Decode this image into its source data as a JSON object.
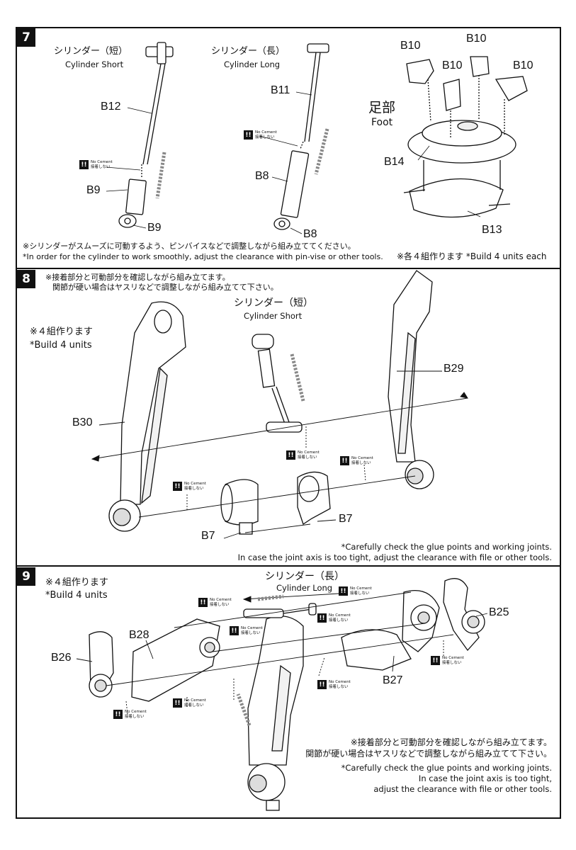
{
  "steps": {
    "s7": {
      "number": "7",
      "short_cyl_jp": "シリンダー（短）",
      "short_cyl_en": "Cylinder Short",
      "long_cyl_jp": "シリンダー（長）",
      "long_cyl_en": "Cylinder Long",
      "foot_jp": "足部",
      "foot_en": "Foot",
      "parts": {
        "b12": "B12",
        "b9a": "B9",
        "b9b": "B9",
        "b11": "B11",
        "b8a": "B8",
        "b8b": "B8",
        "b10a": "B10",
        "b10b": "B10",
        "b10c": "B10",
        "b10d": "B10",
        "b14": "B14",
        "b13": "B13"
      },
      "note_jp": "※シリンダーがスムーズに可動するよう、ピンバイスなどで調整しながら組み立ててください。",
      "note_en": "*In order for the cylinder to work smoothly, adjust the clearance with pin-vise or other tools.",
      "units_note": "※各４組作ります *Build 4 units each"
    },
    "s8": {
      "number": "8",
      "top_note_1": "※接着部分と可動部分を確認しながら組み立てます。",
      "top_note_2": "関節が硬い場合はヤスリなどで調整しながら組み立てて下さい。",
      "build_jp": "※４組作ります",
      "build_en": "*Build 4 units",
      "cyl_jp": "シリンダー（短）",
      "cyl_en": "Cylinder Short",
      "parts": {
        "b30": "B30",
        "b29": "B29",
        "b7a": "B7",
        "b7b": "B7"
      },
      "bottom_note_1": "*Carefully check the glue points and working joints.",
      "bottom_note_2": "In case the joint axis is too tight, adjust the clearance with file or other tools."
    },
    "s9": {
      "number": "9",
      "build_jp": "※４組作ります",
      "build_en": "*Build 4 units",
      "cyl_jp": "シリンダー（長）",
      "cyl_en": "Cylinder Long",
      "parts": {
        "b28": "B28",
        "b26": "B26",
        "b25": "B25",
        "b27": "B27"
      },
      "jp_note_1": "※接着部分と可動部分を確認しながら組み立てます。",
      "jp_note_2": "関節が硬い場合はヤスリなどで調整しながら組み立てて下さい。",
      "en_note_1": "*Carefully check the glue points and working joints.",
      "en_note_2": "In case the joint axis is too tight,",
      "en_note_3": "adjust the clearance with file or other tools."
    }
  },
  "no_cement": {
    "icon": "!!",
    "en": "No Cement",
    "jp": "接着しない"
  }
}
